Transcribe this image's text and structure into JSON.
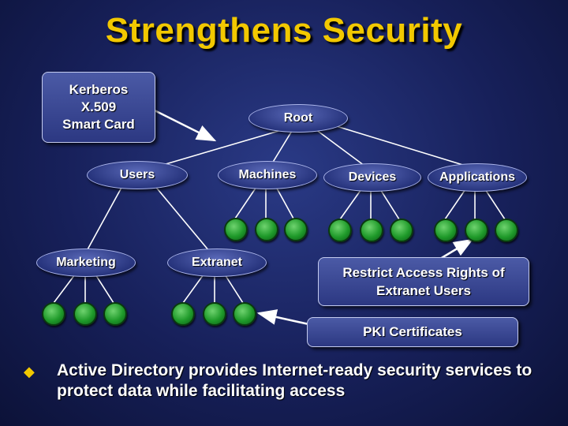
{
  "title": "Strengthens Security",
  "auth_box": "Kerberos\nX.509\nSmart Card",
  "nodes": {
    "root": "Root",
    "users": "Users",
    "machines": "Machines",
    "devices": "Devices",
    "applications": "Applications",
    "marketing": "Marketing",
    "extranet": "Extranet"
  },
  "callouts": {
    "restrict": "Restrict Access Rights of\nExtranet Users",
    "pki": "PKI Certificates"
  },
  "bullet_icon": "diamond-bullet-icon",
  "bullet_text": "Active Directory provides Internet-ready security services to protect data while facilitating access",
  "colors": {
    "title": "#f2c800",
    "leaf": "#1f9a2a",
    "node": "#2c3882",
    "bullet": "#f2c800"
  }
}
